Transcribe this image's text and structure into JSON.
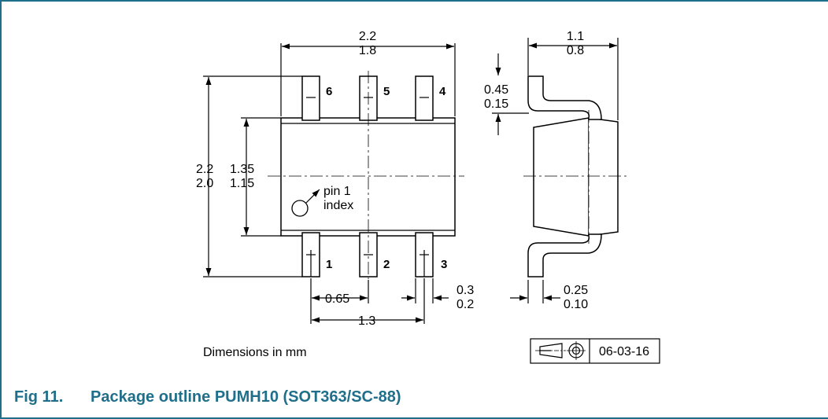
{
  "drawing": {
    "top_width_max": "2.2",
    "top_width_min": "1.8",
    "overall_height_max": "2.2",
    "overall_height_min": "2.0",
    "body_height_max": "1.35",
    "body_height_min": "1.15",
    "pin_labels": [
      "1",
      "2",
      "3",
      "4",
      "5",
      "6"
    ],
    "pin_index_line1": "pin 1",
    "pin_index_line2": "index",
    "pitch": "0.65",
    "lead_width_max": "0.3",
    "lead_width_min": "0.2",
    "pin_span": "1.3",
    "side_width_max": "1.1",
    "side_width_min": "0.8",
    "lead_height_max": "0.45",
    "lead_height_min": "0.15",
    "lead_thickness_max": "0.25",
    "lead_thickness_min": "0.10",
    "units_note": "Dimensions in mm",
    "date_code": "06-03-16"
  },
  "caption": {
    "number": "Fig 11.",
    "title": "Package outline PUMH10 (SOT363/SC-88)"
  },
  "colors": {
    "accent": "#1f6f8b",
    "line": "#000000"
  }
}
